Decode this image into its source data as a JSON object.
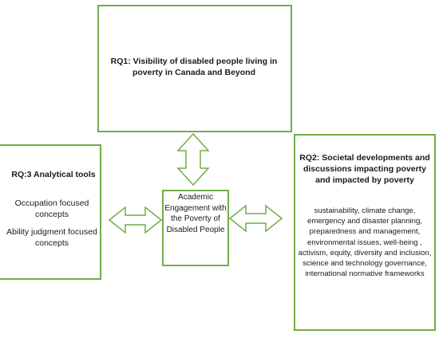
{
  "colors": {
    "border": "#70ad47",
    "arrow_stroke": "#70ad47",
    "arrow_fill": "#ffffff"
  },
  "rq1": {
    "title": "RQ1: Visibility of disabled people living in poverty in Canada and Beyond"
  },
  "rq3": {
    "title": "RQ:3 Analytical tools",
    "items": [
      "Occupation focused concepts",
      "Ability judgment focused concepts"
    ]
  },
  "center": {
    "text": "Academic Engagement with the Poverty of Disabled People"
  },
  "rq2": {
    "title": "RQ2: Societal developments and discussions impacting poverty and impacted by poverty",
    "body": "sustainability, climate change, emergency and disaster planning, preparedness and management, environmental issues, well-being , activism, equity, diversity and inclusion, science and technology governance, international normative frameworks"
  }
}
